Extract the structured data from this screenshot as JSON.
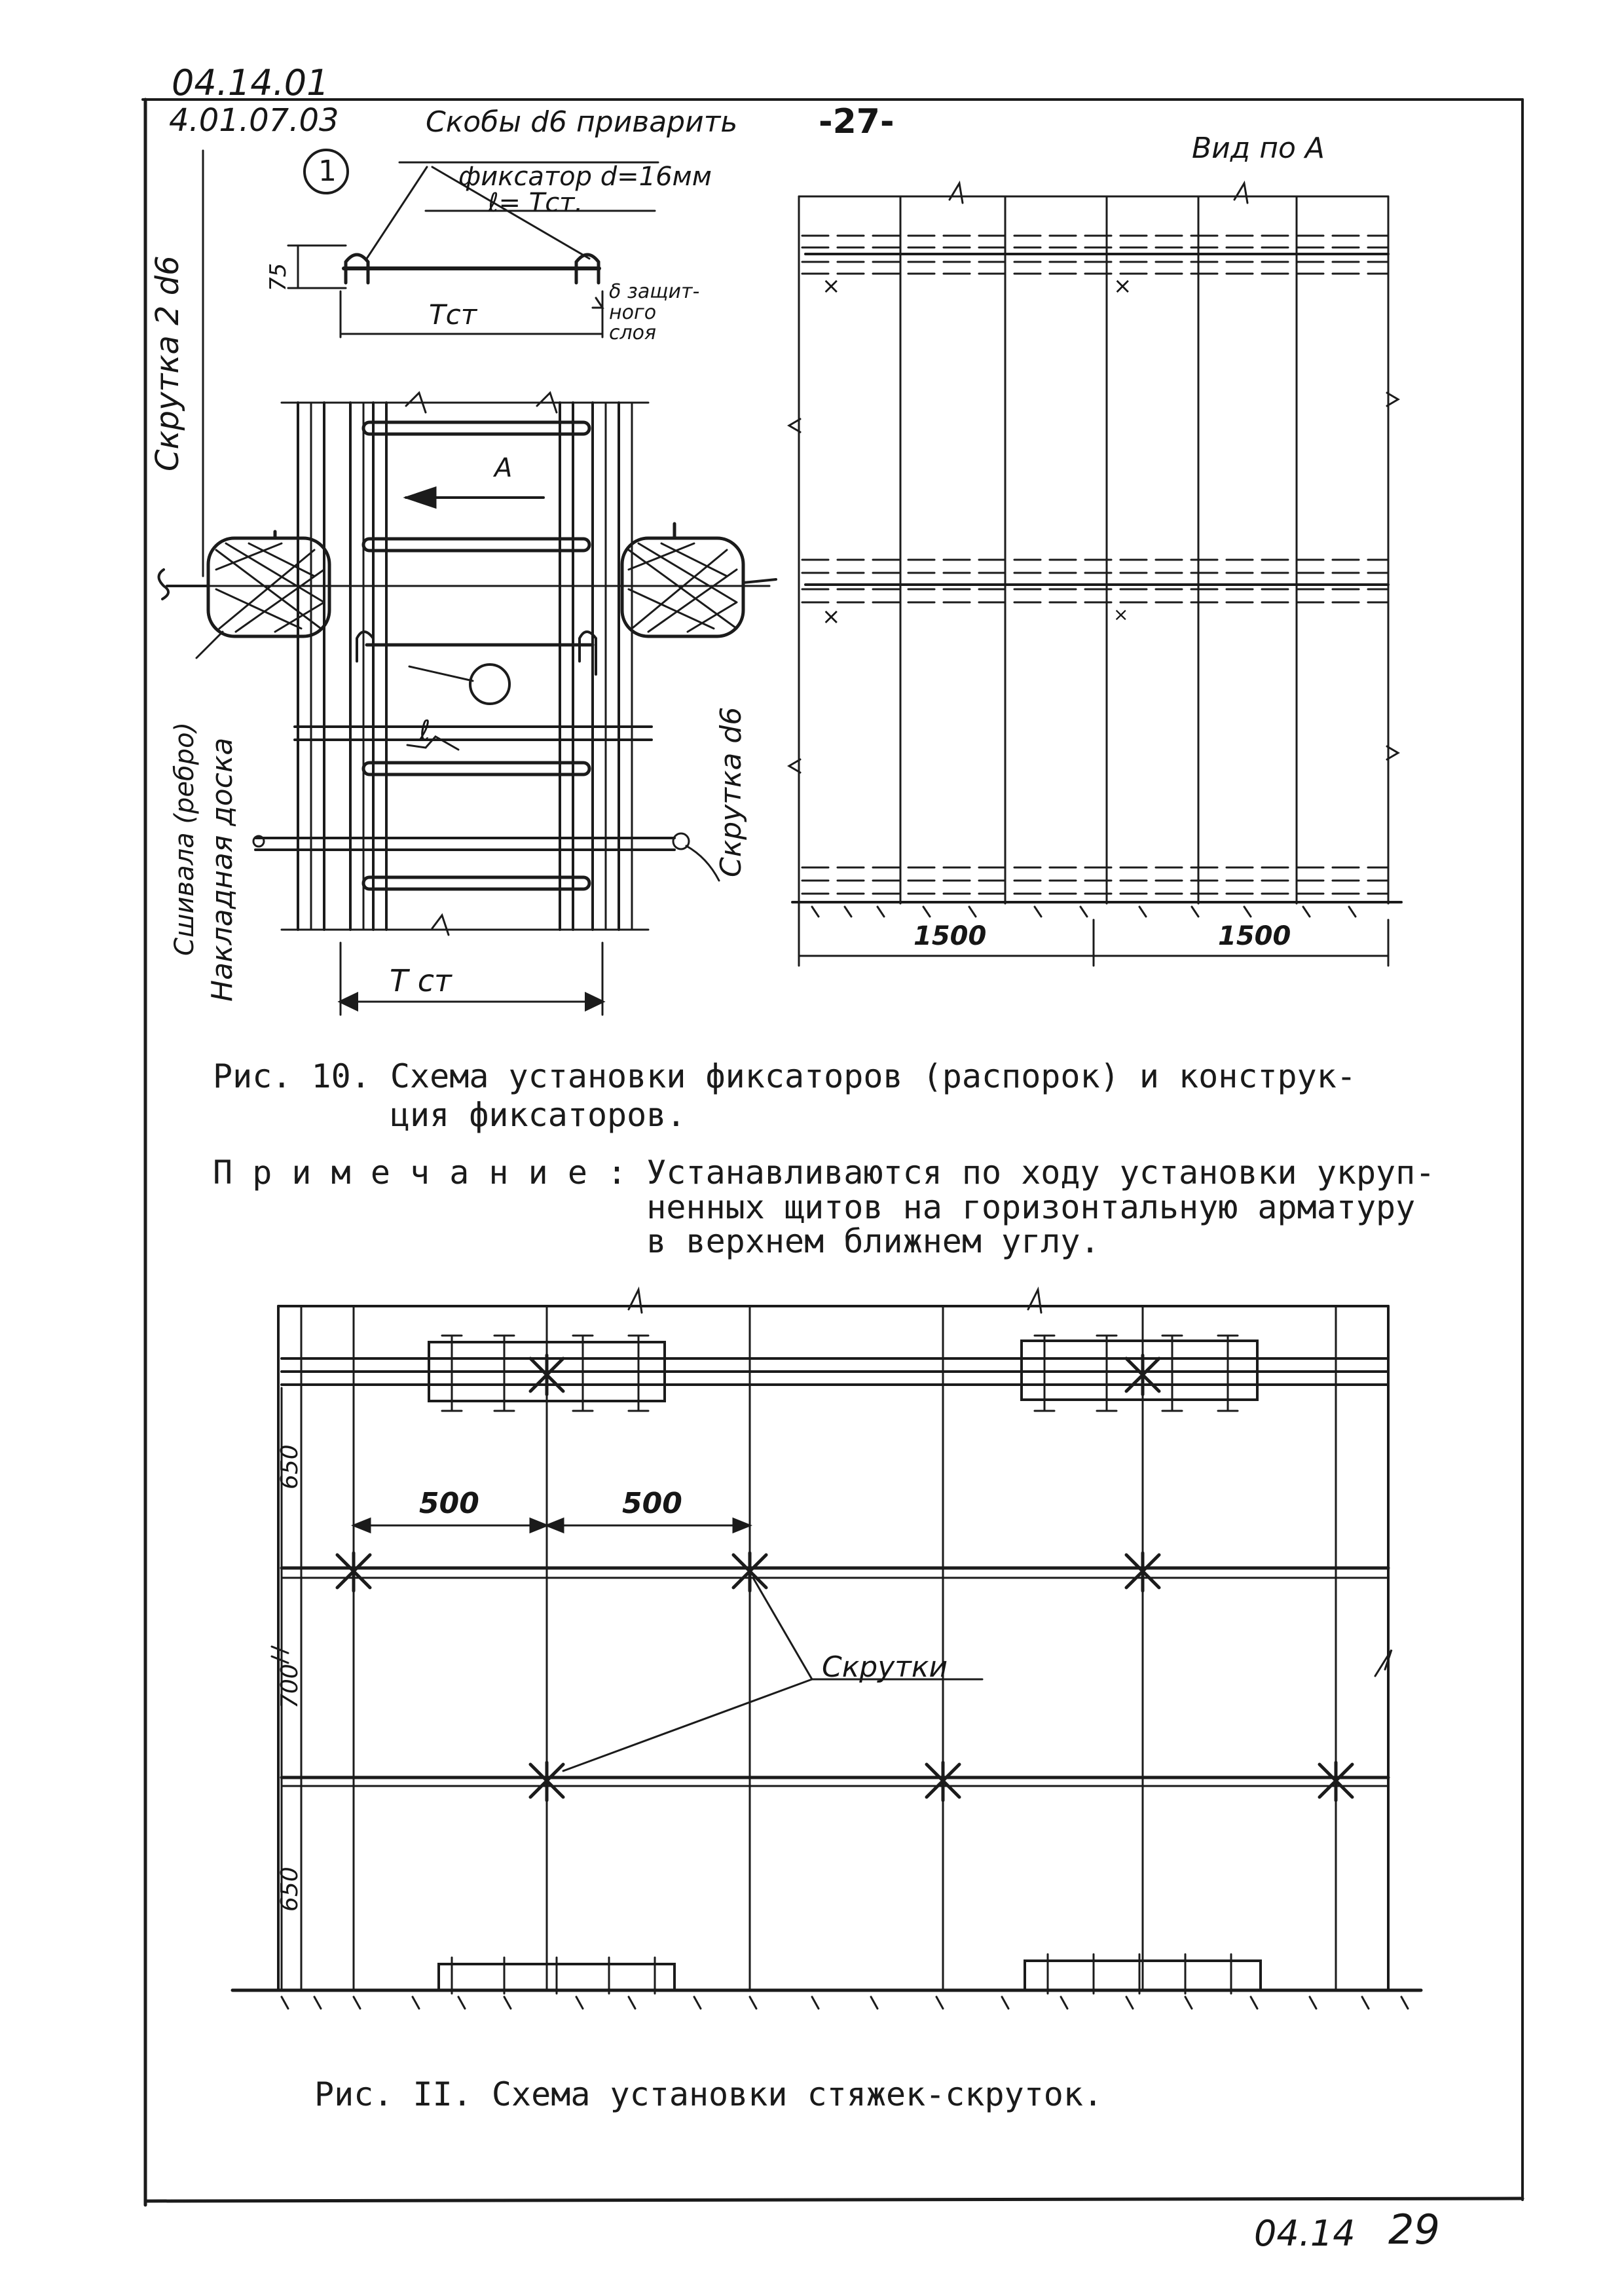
{
  "header": {
    "doc_code_top": "04.14.01",
    "doc_code": "4.01.07.03",
    "page_number": "-27-"
  },
  "figure10": {
    "note_staples": "Скобы d6 приварить",
    "callout_1": "1",
    "fixator_label": "фиксатор d=16мм",
    "fixator_length": "ℓ= Тст.",
    "dim_75": "75",
    "dim_tst": "Тст",
    "protective_layer": "δ защит-\nного\nслоя",
    "twist_2d6": "Скрутка 2 d6",
    "arrow_a": "A",
    "dim_l": "ℓ",
    "twist_d6": "Скрутка d6",
    "batten_label": "Накладная доска",
    "rib_label": "Сшивала (ребро)",
    "dim_t_cm": "Т ст",
    "view_a_title": "Вид по А",
    "mark_x": "×",
    "dim_1500_left": "1500",
    "dim_1500_right": "1500",
    "caption": "Рис. 10. Схема установки фиксаторов (распорок) и конструк-\n         ция фиксаторов.",
    "note": "П р и м е ч а н и е : Устанавливаются по ходу установки укруп-\n                      ненных щитов на горизонтальную арматуру\n                      в верхнем ближнем углу."
  },
  "figure11": {
    "dim_650_top": "650",
    "dim_700": "700",
    "dim_650_bottom": "650",
    "dim_500_left": "500",
    "dim_500_right": "500",
    "twists_label": "Скрутки",
    "caption": "Рис. II. Схема установки стяжек-скруток."
  },
  "footer": {
    "sheet_code": "04.14",
    "sheet_number": "29"
  }
}
